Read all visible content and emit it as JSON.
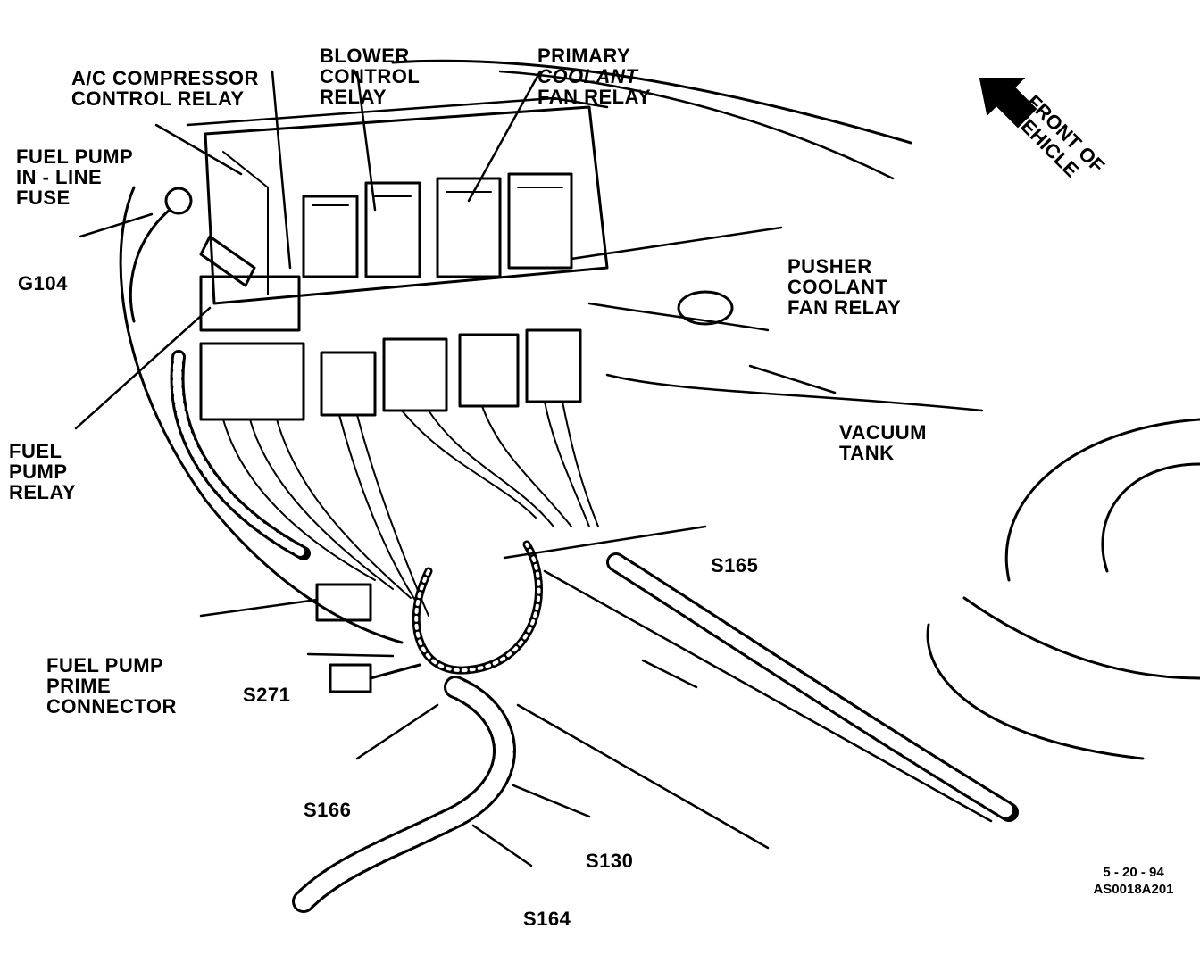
{
  "labels": {
    "ac_relay": [
      "A/C COMPRESSOR",
      "CONTROL RELAY"
    ],
    "blower_relay": [
      "BLOWER",
      "CONTROL",
      "RELAY"
    ],
    "primary_fan_relay": [
      "PRIMARY",
      "COOLANT",
      "FAN RELAY"
    ],
    "fuel_pump_fuse": [
      "FUEL PUMP",
      "IN - LINE",
      "FUSE"
    ],
    "g104": "G104",
    "pusher_fan_relay": [
      "PUSHER",
      "COOLANT",
      "FAN RELAY"
    ],
    "vacuum_tank": [
      "VACUUM",
      "TANK"
    ],
    "fuel_pump_relay": [
      "FUEL",
      "PUMP",
      "RELAY"
    ],
    "s165": "S165",
    "fuel_pump_prime": [
      "FUEL PUMP",
      "PRIME",
      "CONNECTOR"
    ],
    "s271": "S271",
    "s166": "S166",
    "s130": "S130",
    "s164": "S164"
  },
  "front_of_vehicle": [
    "FRONT OF",
    "VEHICLE"
  ],
  "stamp": {
    "date": "5 - 20 - 94",
    "code": "AS0018A201"
  }
}
